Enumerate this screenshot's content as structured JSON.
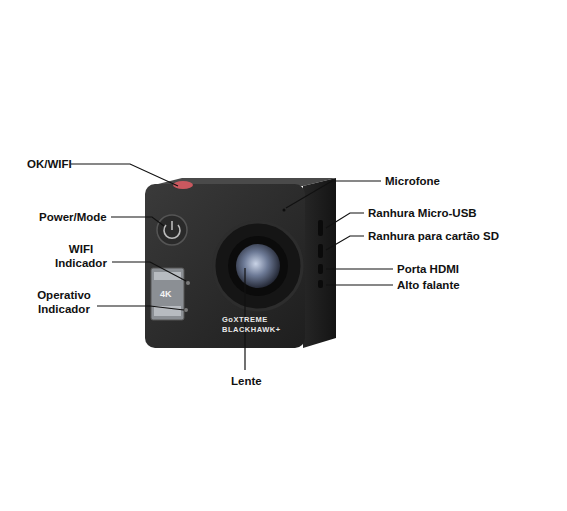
{
  "diagram": {
    "labels": [
      "OK/WIFI",
      "Power/Mode",
      "WIFI Indicador",
      "Operativo Indicador",
      "Lente",
      "Microfone",
      "Ranhura Micro-USB",
      "Ranhura para cartão SD",
      "Porta HDMI",
      "Alto falante",
      "GoXTREME",
      "BLACKHAWK+",
      "4K"
    ]
  }
}
